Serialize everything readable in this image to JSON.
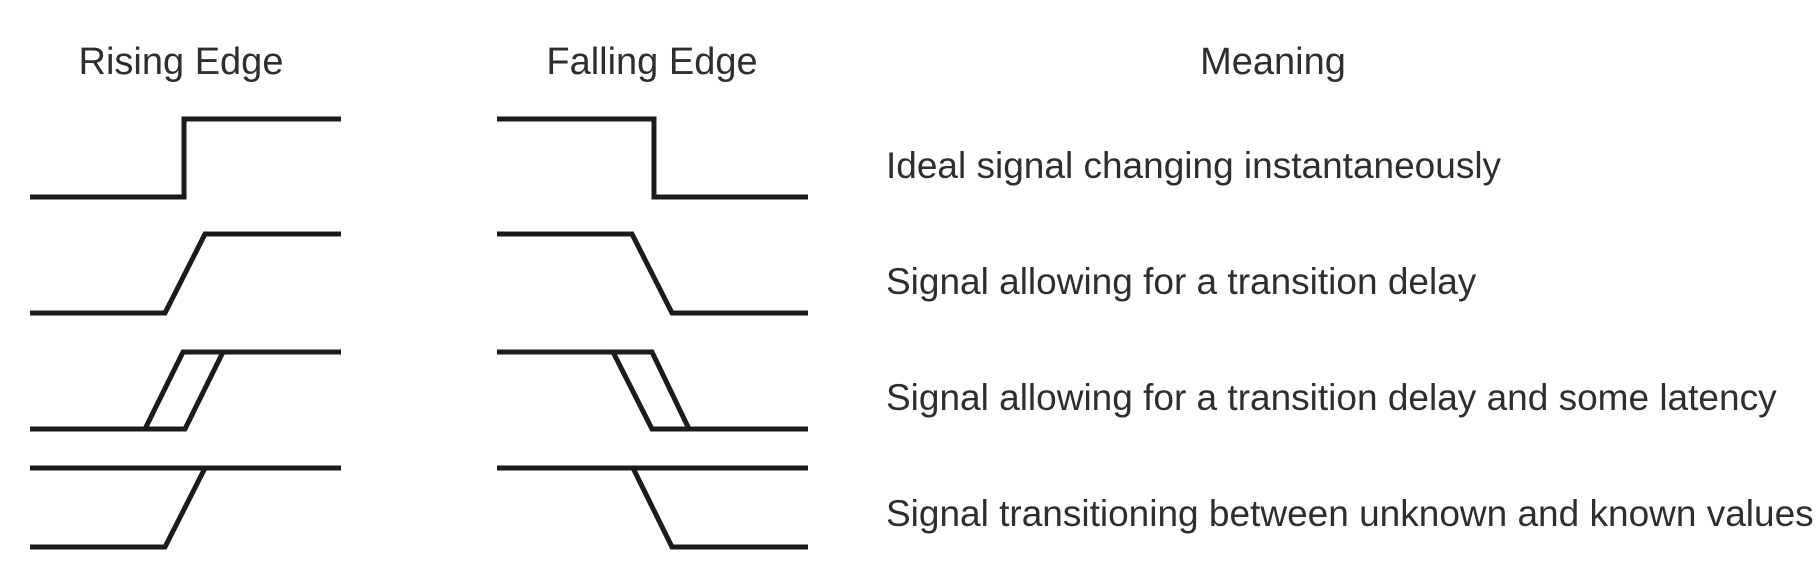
{
  "page": {
    "background_color": "#ffffff",
    "line_color": "#1b1b1b",
    "text_color": "#2e2e2e"
  },
  "headers": {
    "rising": "Rising Edge",
    "falling": "Falling Edge",
    "meaning": "Meaning"
  },
  "rows": [
    {
      "rising_waveform": "ideal-instant-rising-step",
      "falling_waveform": "ideal-instant-falling-step",
      "meaning": "Ideal signal changing instantaneously"
    },
    {
      "rising_waveform": "rising-ramp-transition-delay",
      "falling_waveform": "falling-ramp-transition-delay",
      "meaning": "Signal allowing for a transition delay"
    },
    {
      "rising_waveform": "rising-ramp-delay-with-latency",
      "falling_waveform": "falling-ramp-delay-with-latency",
      "meaning": "Signal allowing for a transition delay and some latency"
    },
    {
      "rising_waveform": "unknown-to-known-rising-transition",
      "falling_waveform": "unknown-to-known-falling-transition",
      "meaning": "Signal transitioning between unknown and known values"
    }
  ]
}
